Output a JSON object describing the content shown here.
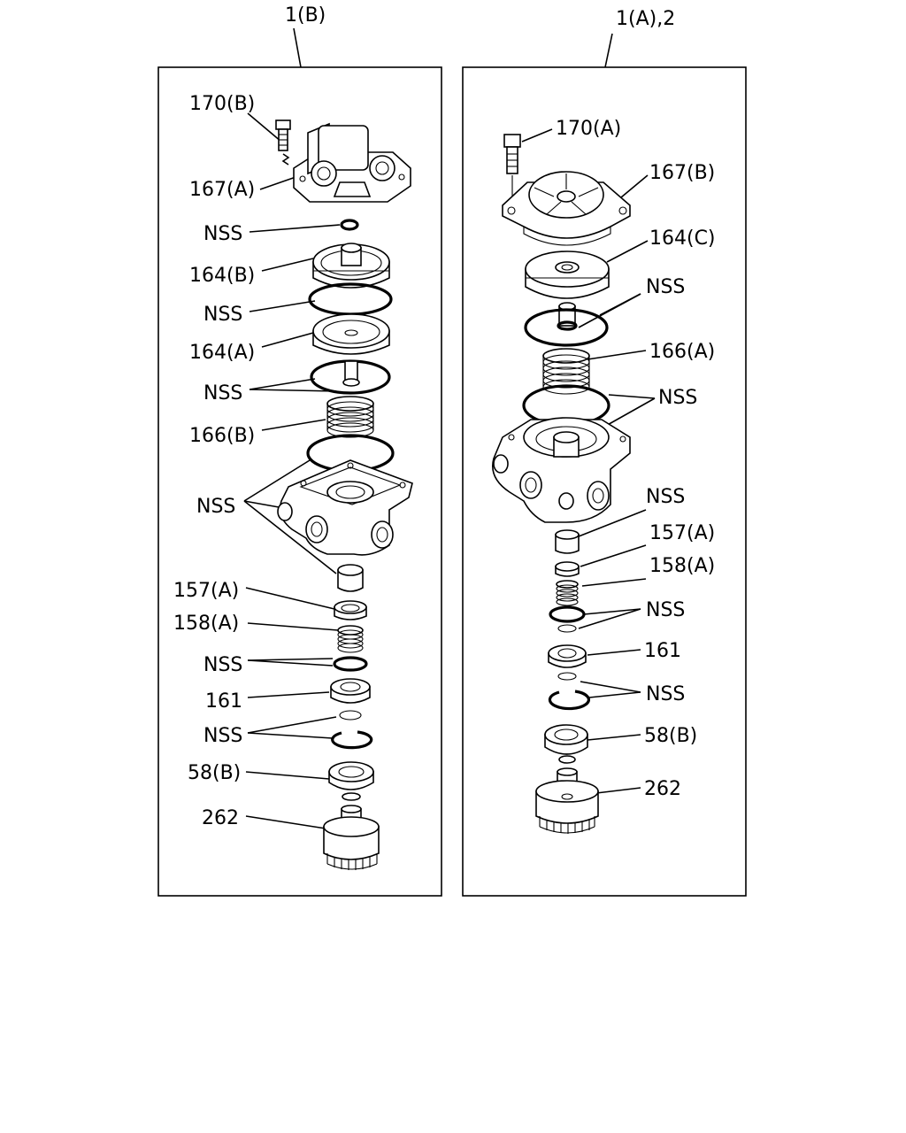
{
  "panels": [
    {
      "title": "1(B)",
      "callouts": [
        "170(B)",
        "167(A)",
        "NSS",
        "164(B)",
        "NSS",
        "164(A)",
        "NSS",
        "166(B)",
        "NSS",
        "157(A)",
        "158(A)",
        "NSS",
        "161",
        "NSS",
        "58(B)",
        "262"
      ]
    },
    {
      "title": "1(A),2",
      "callouts": [
        "170(A)",
        "167(B)",
        "164(C)",
        "NSS",
        "166(A)",
        "NSS",
        "NSS",
        "157(A)",
        "158(A)",
        "NSS",
        "161",
        "NSS",
        "58(B)",
        "262"
      ]
    }
  ]
}
